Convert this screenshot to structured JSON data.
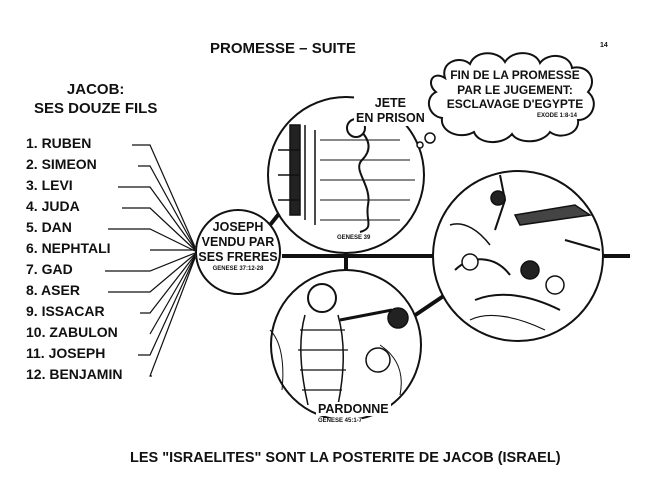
{
  "page_title": "PROMESSE – SUITE",
  "page_number": "14",
  "jacob_heading": [
    "JACOB:",
    "SES DOUZE FILS"
  ],
  "sons": [
    "1. RUBEN",
    "2. SIMEON",
    "3. LEVI",
    "4. JUDA",
    "5. DAN",
    "6. NEPHTALI",
    "7. GAD",
    "8. ASER",
    "9. ISSACAR",
    "10. ZABULON",
    "11. JOSEPH",
    "12. BENJAMIN"
  ],
  "joseph_node": {
    "lines": [
      "JOSEPH",
      "VENDU PAR",
      "SES FRERES"
    ],
    "ref": "GENESE 37:12-28"
  },
  "prison_scene": {
    "lines": [
      "JETE",
      "EN PRISON"
    ],
    "ref": "GENESE 39"
  },
  "pardon_scene": {
    "label": "PARDONNE",
    "ref": "GENESE 45:1-7"
  },
  "cloud": {
    "lines": [
      "FIN DE LA PROMESSE",
      "PAR LE JUGEMENT:",
      "ESCLAVAGE D'EGYPTE"
    ],
    "ref": "EXODE 1:8-14"
  },
  "bottom_caption": "LES \"ISRAELITES\" SONT LA POSTERITE DE JACOB (ISRAEL)",
  "colors": {
    "ink": "#111111",
    "paper": "#ffffff"
  }
}
